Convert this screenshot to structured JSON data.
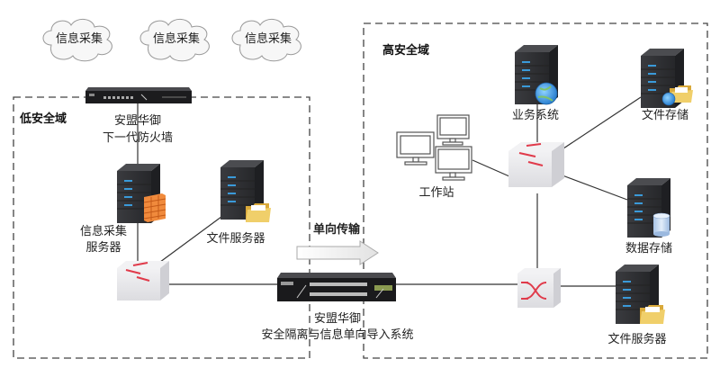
{
  "clouds": [
    {
      "label": "信息采集"
    },
    {
      "label": "信息采集"
    },
    {
      "label": "信息采集"
    }
  ],
  "zones": {
    "low": {
      "title": "低安全域"
    },
    "high": {
      "title": "高安全域"
    }
  },
  "low_zone": {
    "firewall": {
      "line1": "安盟华御",
      "line2": "下一代防火墙"
    },
    "collect_server": {
      "line1": "信息采集",
      "line2": "服务器"
    },
    "file_server": {
      "label": "文件服务器"
    },
    "switch": {
      "label": ""
    }
  },
  "transfer": {
    "arrow_label": "单向传输",
    "gateway": {
      "line1": "安盟华御",
      "line2": "安全隔离与信息单向导入系统"
    }
  },
  "high_zone": {
    "workstation": {
      "label": "工作站"
    },
    "business_system": {
      "label": "业务系统"
    },
    "file_storage": {
      "label": "文件存储"
    },
    "data_storage": {
      "label": "数据存储"
    },
    "file_server": {
      "label": "文件服务器"
    }
  },
  "colors": {
    "server_body": "#2f3033",
    "server_led": "#3a9ad9",
    "arrow_red": "#e03a4a",
    "switch_face": "#e6e6e9",
    "firewall_brick": "#f08a3c",
    "folder": "#e8c25a",
    "zone_border": "#444444"
  }
}
